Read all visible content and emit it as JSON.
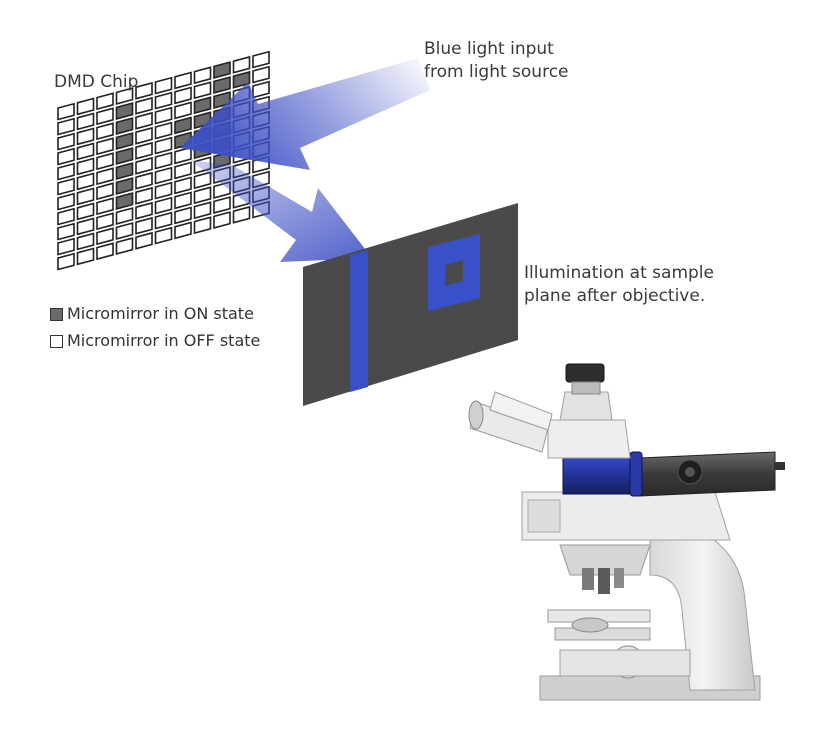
{
  "labels": {
    "dmd_chip": "DMD Chip",
    "light_input_line1": "Blue light input",
    "light_input_line2": "from light source",
    "illumination_line1": "Illumination at sample",
    "illumination_line2": "plane after objective."
  },
  "legend": [
    {
      "text": "Micromirror in ON state",
      "state": "on"
    },
    {
      "text": "Micromirror in OFF state",
      "state": "off"
    }
  ],
  "colors": {
    "mirror_on": "#6a6a6a",
    "mirror_off": "#ffffff",
    "grid_line": "#222222",
    "light_blue": "#3d4fc4",
    "screen_dark": "#4a4a4a",
    "pattern_blue": "#3850c8"
  },
  "dmd_grid": {
    "rows": 11,
    "cols": 11,
    "on_cells": [
      [
        1,
        3
      ],
      [
        2,
        3
      ],
      [
        3,
        3
      ],
      [
        4,
        3
      ],
      [
        5,
        3
      ],
      [
        6,
        3
      ],
      [
        7,
        3
      ],
      [
        3,
        6
      ],
      [
        4,
        6
      ],
      [
        3,
        7
      ],
      [
        5,
        7
      ],
      [
        3,
        8
      ],
      [
        4,
        8
      ],
      [
        4,
        7
      ],
      [
        2,
        7
      ],
      [
        2,
        8
      ],
      [
        1,
        8
      ],
      [
        1,
        9
      ],
      [
        5,
        8
      ],
      [
        6,
        8
      ],
      [
        0,
        8
      ]
    ]
  }
}
